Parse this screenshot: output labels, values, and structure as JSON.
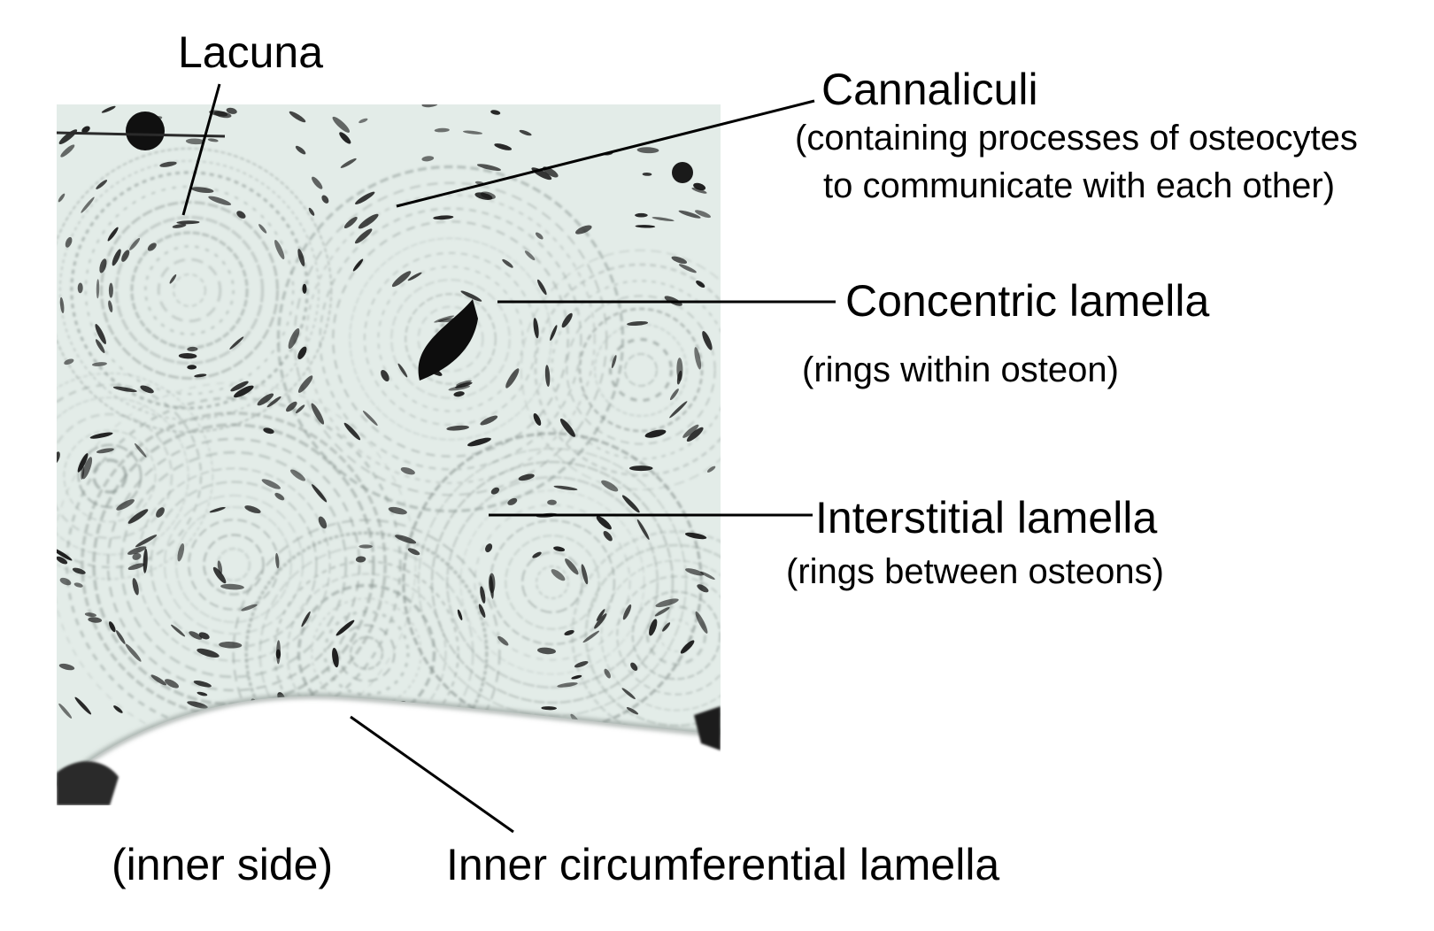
{
  "labels": {
    "lacuna": "Lacuna",
    "cannaliculi": "Cannaliculi",
    "cannaliculi_note_1": "(containing processes of osteocytes",
    "cannaliculi_note_2": "to communicate with each other)",
    "concentric": "Concentric lamella",
    "concentric_note": "(rings within osteon)",
    "interstitial": "Interstitial lamella",
    "interstitial_note": "(rings between osteons)",
    "inner_side": "(inner side)",
    "inner_circumferential": "Inner circumferential lamella"
  },
  "image": {
    "subject": "micrograph-of-compact-bone",
    "colors": {
      "background": "#e3ece8",
      "ring": "#7f8a86",
      "lacuna": "#141414",
      "canal": "#0d0d0d"
    }
  }
}
